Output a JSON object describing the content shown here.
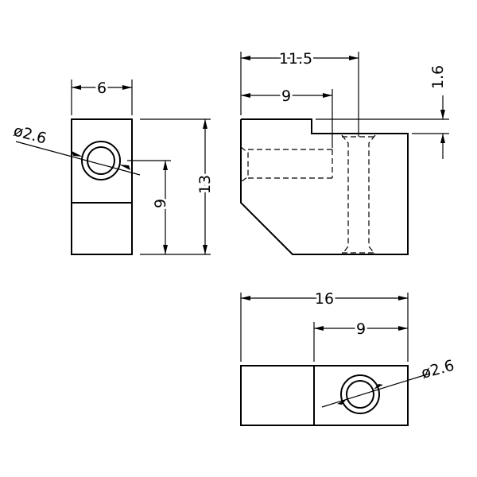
{
  "dimensions": {
    "side_width": "6",
    "side_hole_dia": "ø2.6",
    "side_hole_height": "9",
    "side_total_height": "13",
    "front_overall": "11.5",
    "front_hole_pos": "9",
    "front_step": "1.6",
    "top_overall": "16",
    "top_hole_pos": "9",
    "top_hole_dia": "ø2.6"
  }
}
